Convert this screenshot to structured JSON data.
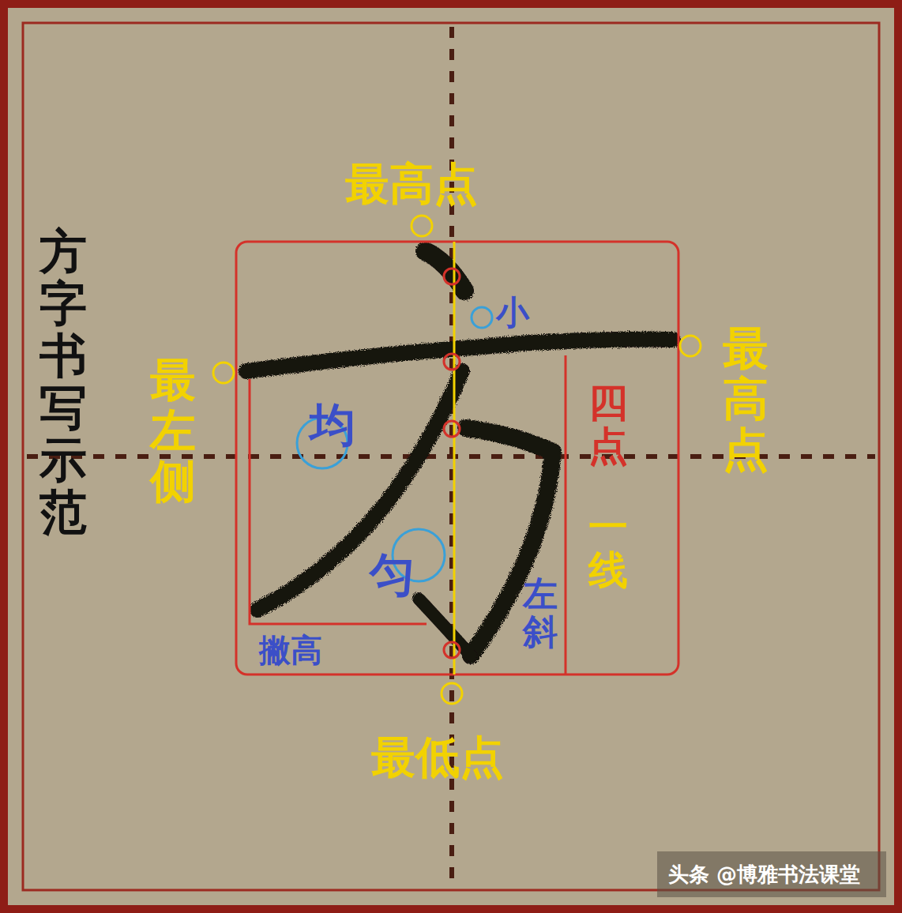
{
  "diagram": {
    "title": "方字书写示范",
    "labels": [
      "最高点",
      "最左侧",
      "最高点",
      "最低点",
      "四点",
      "一线",
      "小",
      "均",
      "匀",
      "撇高",
      "左斜",
      "头条 @博雅书法课堂"
    ]
  }
}
